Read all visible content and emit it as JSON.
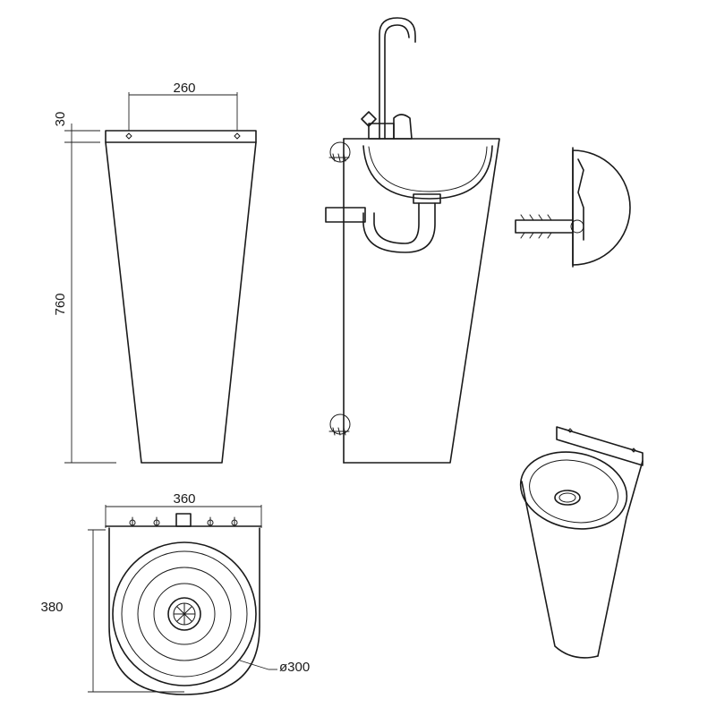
{
  "dimensions": {
    "top_width": "260",
    "top_height": "30",
    "total_height": "760",
    "plan_width": "360",
    "plan_depth": "380",
    "bowl_diameter": "ø300"
  },
  "views": [
    "front-elevation",
    "side-section",
    "wall-fixing-detail",
    "plan-view",
    "perspective-view"
  ],
  "colors": {
    "line": "#1a1a1a",
    "background": "#ffffff"
  }
}
